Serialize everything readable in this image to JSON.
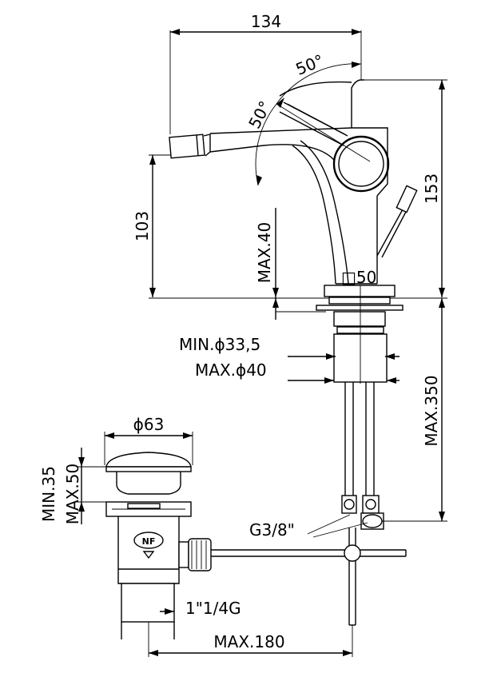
{
  "dimensions": {
    "width_top": "134",
    "angle_right": "50°",
    "angle_left": "50°",
    "height_total": "153",
    "spout_height": "103",
    "max_40": "MAX.40",
    "square_50": "□50",
    "min_hole": "MIN.ϕ33,5",
    "max_hole": "MAX.ϕ40",
    "max_350": "MAX.350",
    "drain_diameter": "ϕ63",
    "min_35": "MIN.35",
    "max_50": "MAX.50",
    "g38": "G3/8\"",
    "thread_114": "1\"1/4G",
    "max_180": "MAX.180"
  },
  "logo_text": "NF"
}
